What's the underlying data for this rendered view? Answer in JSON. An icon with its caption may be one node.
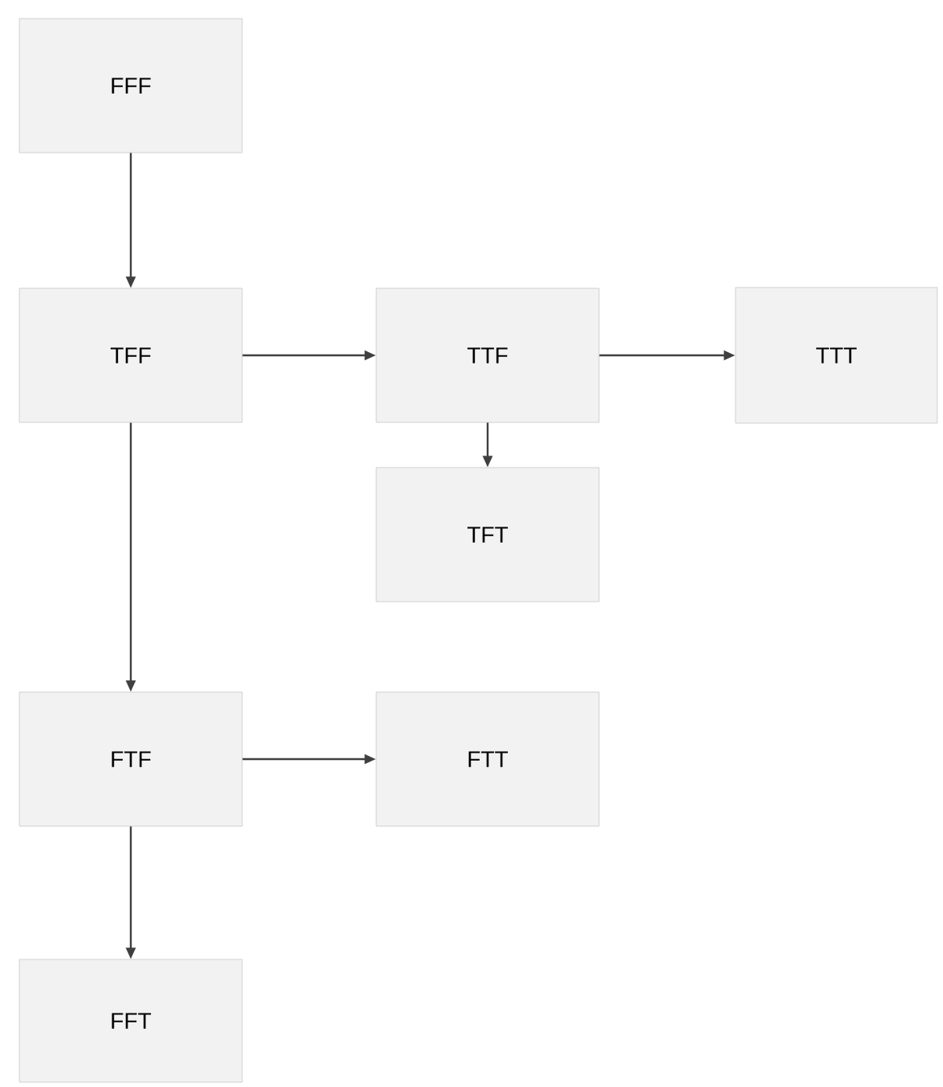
{
  "diagram": {
    "nodes": [
      {
        "text": [
          "FFF"
        ]
      },
      {
        "text": [
          "TFF"
        ]
      },
      {
        "text": [
          "TTF"
        ]
      },
      {
        "text": [
          "TTT"
        ]
      },
      {
        "text": [
          "TFT"
        ]
      },
      {
        "text": [
          "FTF"
        ]
      },
      {
        "text": [
          "FTT"
        ]
      },
      {
        "text": [
          "FFT"
        ]
      }
    ],
    "edges": [
      {
        "from": 0,
        "to": 1,
        "arrow": "to"
      },
      {
        "from": 1,
        "to": 2,
        "arrow": "to"
      },
      {
        "from": 2,
        "to": 3,
        "arrow": "to"
      },
      {
        "from": 2,
        "to": 4,
        "arrow": "to"
      },
      {
        "from": 1,
        "to": 5,
        "arrow": "to"
      },
      {
        "from": 5,
        "to": 6,
        "arrow": "to"
      },
      {
        "from": 5,
        "to": 7,
        "arrow": "to"
      }
    ]
  }
}
